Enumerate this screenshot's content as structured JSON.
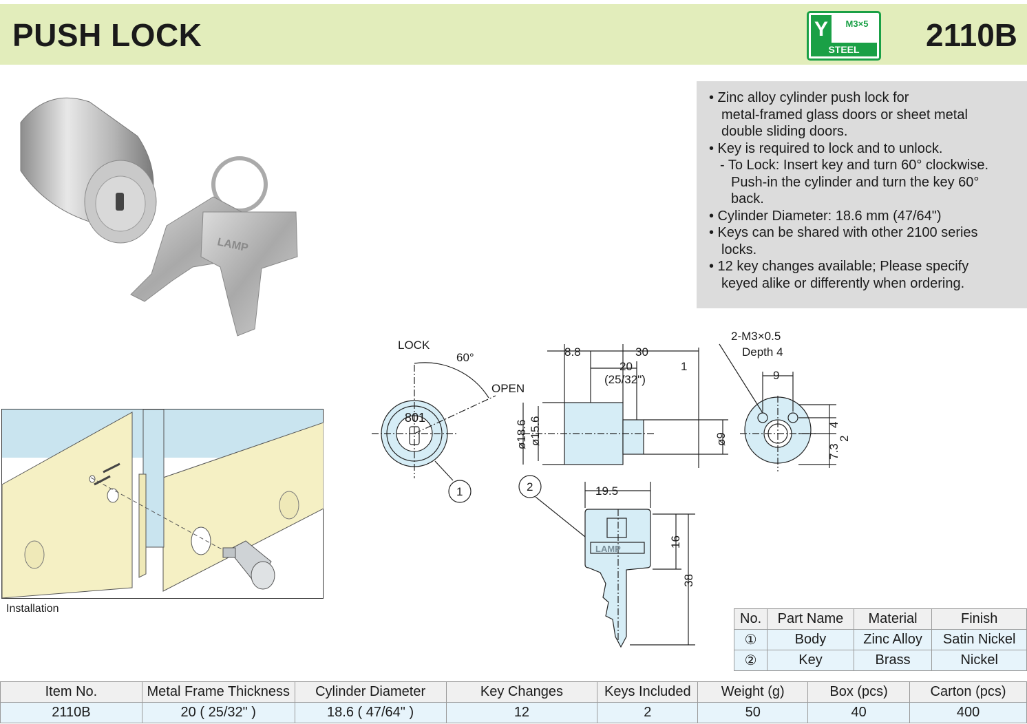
{
  "header": {
    "title": "PUSH LOCK",
    "model": "2110B",
    "badge": {
      "letter": "Y",
      "screw": "M3×5",
      "material": "STEEL",
      "color": "#1aa046"
    },
    "background": "#e2edbb"
  },
  "description": {
    "lines": [
      "• Zinc alloy cylinder push lock for",
      "metal-framed glass doors or sheet metal",
      "double sliding doors.",
      "• Key is required to lock and to unlock.",
      "- To Lock: Insert key and turn 60° clockwise.",
      "Push-in the cylinder and turn the key 60°",
      "back.",
      "• Cylinder Diameter: 18.6 mm (47/64\")",
      "• Keys can be shared with other 2100 series",
      "locks.",
      "• 12 key changes available; Please specify",
      "keyed alike or differently when ordering."
    ]
  },
  "installation_caption": "Installation",
  "drawing": {
    "lock": "LOCK",
    "angle": "60°",
    "open": "OPEN",
    "face_number": "801",
    "callout_1": "1",
    "callout_2": "2",
    "dim_8_8": "8.8",
    "dim_30": "30",
    "dim_20": "20",
    "dim_20_in": "(25/32\")",
    "dim_1": "1",
    "dim_d18_6": "ø18.6",
    "dim_d15_6": "ø15.6",
    "dim_d9": "ø9",
    "thread": "2-M3×0.5",
    "depth": "Depth 4",
    "dim_9": "9",
    "dim_4": "4",
    "dim_2": "2",
    "dim_7_3": "7.3",
    "dim_19_5": "19.5",
    "dim_16": "16",
    "dim_38": "38",
    "key_brand": "LAMP"
  },
  "parts_table": {
    "headers": [
      "No.",
      "Part Name",
      "Material",
      "Finish"
    ],
    "rows": [
      [
        "①",
        "Body",
        "Zinc Alloy",
        "Satin Nickel"
      ],
      [
        "②",
        "Key",
        "Brass",
        "Nickel"
      ]
    ]
  },
  "spec_table": {
    "headers": [
      "Item No.",
      "Metal Frame Thickness",
      "Cylinder Diameter",
      "Key Changes",
      "Keys Included",
      "Weight (g)",
      "Box (pcs)",
      "Carton (pcs)"
    ],
    "rows": [
      [
        "2110B",
        "20 ( 25/32\" )",
        "18.6 ( 47/64\" )",
        "12",
        "2",
        "50",
        "40",
        "400"
      ]
    ]
  }
}
